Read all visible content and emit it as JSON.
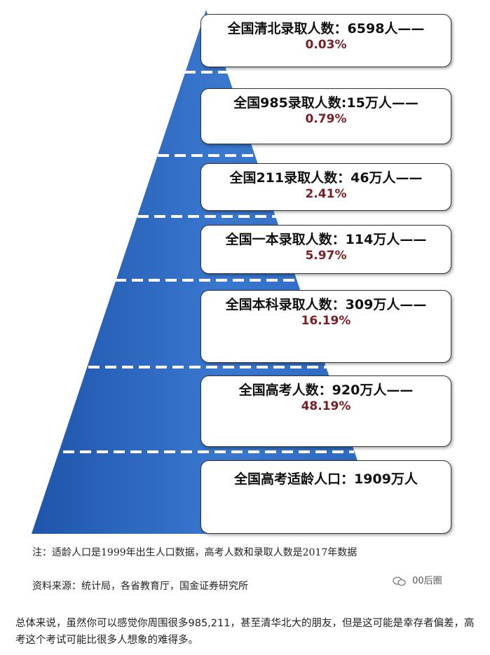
{
  "pyramid": {
    "colors": {
      "fill": "#2e6bc4",
      "fill_dark": "#1e4f9e",
      "dash": "#ffffff"
    },
    "tiers": [
      {
        "title": "全国清北录取人数：6598人——",
        "percent": "0.03%"
      },
      {
        "title": "全国985录取人数:15万人——",
        "percent": "0.79%"
      },
      {
        "title": "全国211录取人数：46万人——",
        "percent": "2.41%"
      },
      {
        "title": "全国一本录取人数：114万人——",
        "percent": "5.97%"
      },
      {
        "title": "全国本科录取人数：309万人——",
        "percent": "16.19%"
      },
      {
        "title": "全国高考人数：920万人——",
        "percent": "48.19%"
      },
      {
        "title": "全国高考适龄人口：1909万人",
        "percent": ""
      }
    ]
  },
  "notes": {
    "note": "注：适龄人口是1999年出生人口数据，高考人数和录取人数是2017年数据",
    "source": "资料来源：统计局，各省教育厅，国金证券研究所"
  },
  "watermark": {
    "text": "00后圈",
    "icon": "wechat-icon"
  },
  "caption": "总体来说，虽然你可以感觉你周围很多985,211，甚至清华北大的朋友，但是这可能是幸存者偏差，高考这个考试可能比很多人想象的难得多。"
}
